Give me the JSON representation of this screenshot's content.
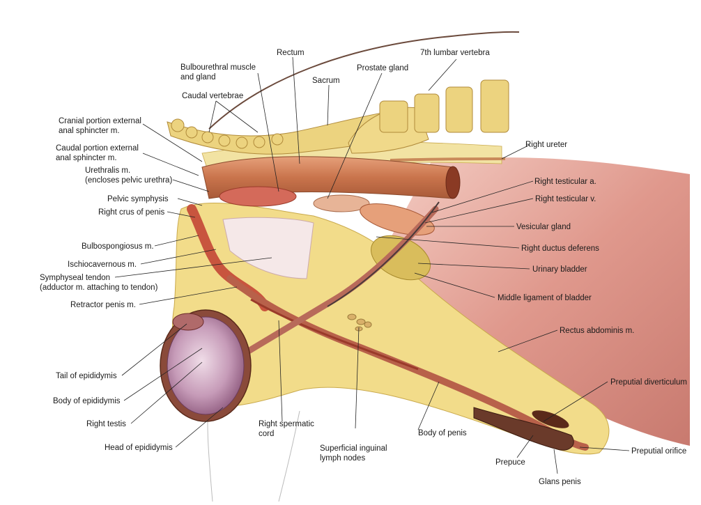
{
  "figure": {
    "labels": {
      "rectum": "Rectum",
      "seventh_lumbar_vertebra": "7th lumbar vertebra",
      "bulbourethral_1": "Bulbourethral muscle",
      "bulbourethral_2": "and gland",
      "prostate_gland": "Prostate gland",
      "sacrum": "Sacrum",
      "caudal_vertebrae": "Caudal vertebrae",
      "cranial_sphincter_1": "Cranial portion external",
      "cranial_sphincter_2": "anal sphincter m.",
      "caudal_sphincter_1": "Caudal portion external",
      "caudal_sphincter_2": "anal sphincter m.",
      "right_ureter": "Right ureter",
      "urethralis_1": "Urethralis m.",
      "urethralis_2": "(encloses pelvic urethra)",
      "right_testicular_a": "Right testicular a.",
      "pelvic_symphysis": "Pelvic symphysis",
      "right_testicular_v": "Right testicular v.",
      "right_crus_of_penis": "Right crus of penis",
      "vesicular_gland": "Vesicular gland",
      "bulbospongiosus": "Bulbospongiosus m.",
      "right_ductus_deferens": "Right ductus deferens",
      "ischiocavernous": "Ischiocavernous m.",
      "urinary_bladder": "Urinary bladder",
      "symphyseal_tendon_1": "Symphyseal tendon",
      "symphyseal_tendon_2": "(adductor m. attaching to tendon)",
      "middle_ligament": "Middle ligament of bladder",
      "retractor_penis": "Retractor penis m.",
      "rectus_abdominis": "Rectus abdominis m.",
      "tail_of_epididymis": "Tail of epididymis",
      "preputial_diverticulum": "Preputial diverticulum",
      "body_of_epididymis": "Body of epididymis",
      "right_testis": "Right testis",
      "right_spermatic_cord_1": "Right spermatic",
      "right_spermatic_cord_2": "cord",
      "body_of_penis": "Body of penis",
      "preputial_orifice": "Preputial orifice",
      "head_of_epididymis": "Head of epididymis",
      "lymph_nodes_1": "Superficial inguinal",
      "lymph_nodes_2": "lymph nodes",
      "prepuce": "Prepuce",
      "glans_penis": "Glans penis"
    }
  }
}
